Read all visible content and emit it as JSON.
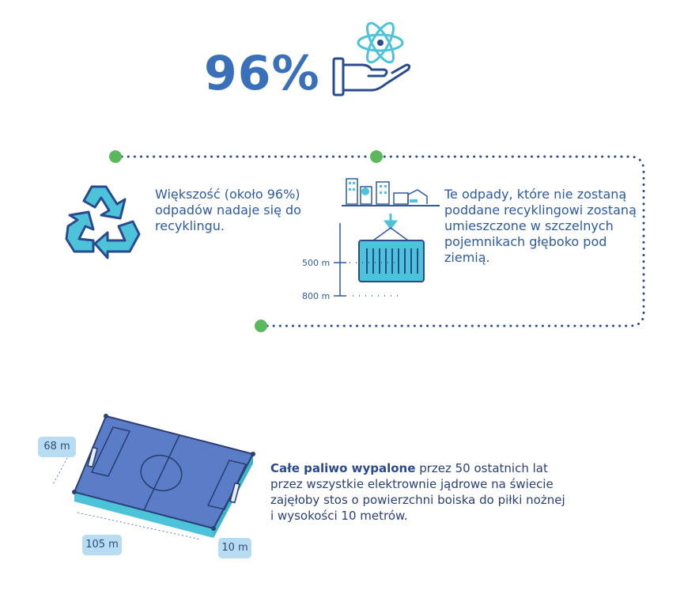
{
  "headline": {
    "value": "96%"
  },
  "recycling": {
    "text": "Większość (około 96%) odpadów nadaje się do recyklingu."
  },
  "disposal": {
    "text": "Te odpady, które nie zostaną poddane recyklingowi zostaną umieszczone w szczelnych pojemnikach głęboko pod ziemią.",
    "depth_500": "500 m",
    "depth_800": "800 m"
  },
  "fuel": {
    "bold": "Całe paliwo wypalone",
    "rest": " przez 50 ostatnich lat przez wszystkie elektrownie jądrowe na świecie zajęłoby stos o powierzchni boiska do  piłki nożnej i wysokości 10 metrów."
  },
  "field": {
    "width": "68 m",
    "length": "105 m",
    "height": "10 m"
  },
  "colors": {
    "blue": "#3a6fba",
    "dark_blue": "#2a4a8f",
    "turquoise": "#4cc3d9",
    "green": "#5cb85c",
    "field_blue": "#5b7dc7",
    "badge": "#b8dcf1"
  },
  "icons": [
    "atom-icon",
    "hand-icon",
    "recycle-icon",
    "city-icon",
    "crane-hook-icon",
    "container-icon",
    "football-field-icon"
  ]
}
